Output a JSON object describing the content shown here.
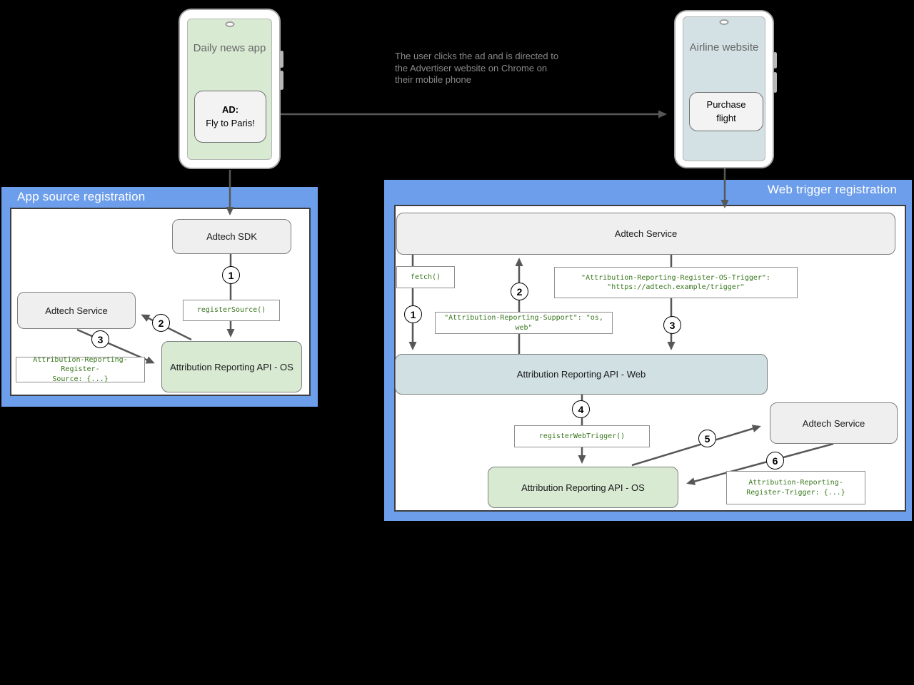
{
  "phones": {
    "left": {
      "app_label": "Daily news app",
      "ad_line1": "AD:",
      "ad_line2": "Fly to Paris!"
    },
    "right": {
      "site_label": "Airline website",
      "button_label": "Purchase flight"
    }
  },
  "annotation": {
    "text": "The user clicks the ad and is directed to the Advertiser website on Chrome on their mobile phone"
  },
  "left_panel": {
    "title": "App source registration",
    "nodes": {
      "adtech_sdk": "Adtech SDK",
      "adtech_service": "Adtech Service",
      "api_os": "Attribution Reporting API - OS"
    },
    "code": {
      "register_source": "registerSource()",
      "source_header_l1": "Attribution-Reporting-Register-",
      "source_header_l2": "Source: {...}"
    },
    "steps": [
      "1",
      "2",
      "3"
    ]
  },
  "right_panel": {
    "title": "Web trigger registration",
    "nodes": {
      "adtech_service_top": "Adtech Service",
      "api_web": "Attribution Reporting API - Web",
      "adtech_service_side": "Adtech Service",
      "api_os": "Attribution Reporting API - OS"
    },
    "code": {
      "fetch": "fetch()",
      "os_trigger_l1": "\"Attribution-Reporting-Register-OS-Trigger\":",
      "os_trigger_l2": "\"https://adtech.example/trigger\"",
      "support": "\"Attribution-Reporting-Support\": \"os, web\"",
      "register_web_trigger": "registerWebTrigger()",
      "register_trigger_l1": "Attribution-Reporting-",
      "register_trigger_l2": "Register-Trigger: {...}"
    },
    "steps": [
      "1",
      "2",
      "3",
      "4",
      "5",
      "6"
    ]
  },
  "colors": {
    "panel_blue": "#6d9eeb",
    "node_green": "#d9ead3",
    "node_blue": "#d0e0e3",
    "node_gray": "#efefef",
    "code_green": "#38761d",
    "arrow_gray": "#575757"
  }
}
